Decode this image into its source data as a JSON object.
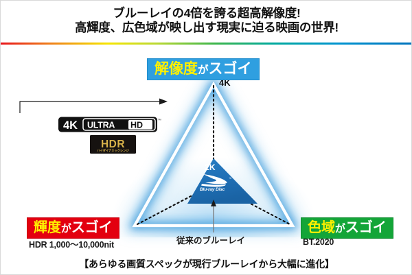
{
  "header": {
    "line1": "ブルーレイの4倍を誇る超高解像度!",
    "line2": "高輝度、広色域が映し出す現実に迫る映画の世界!"
  },
  "divider": {
    "name": "rainbow-gradient-rule",
    "colors": [
      "#e8131a",
      "#ef7f1a",
      "#f6e500",
      "#b9d832",
      "#3bb54a",
      "#00a99d",
      "#0093d0",
      "#0072bc"
    ]
  },
  "badges": {
    "resolution": {
      "highlight": "解像度",
      "particle": "が",
      "emphasis": "スゴイ",
      "color": "#2f9fe0",
      "position": "top"
    },
    "luminance": {
      "highlight": "輝度",
      "particle": "が",
      "emphasis": "スゴイ",
      "color": "#e3000f",
      "position": "bottom-left",
      "subcaption": "HDR 1,000～10,000nit"
    },
    "gamut": {
      "highlight": "色域",
      "particle": "が",
      "emphasis": "スゴイ",
      "color": "#13a538",
      "position": "bottom-right",
      "subcaption": "BT.2020"
    }
  },
  "diagram": {
    "apex_label": "4K",
    "inner_label": "2K",
    "legacy_caption": "従来のブルーレイ",
    "outer_triangle_color": "#ffffff",
    "outer_glow_color": "#4fa9e0",
    "inner_triangle_color": "#1f6fb5",
    "dotted_line_color": "#101010"
  },
  "logos": {
    "ultrahd": {
      "badge_4k": "4K",
      "word_ultra": "ULTRA",
      "word_hd": "HD",
      "trademark": "™",
      "background": "#111111"
    },
    "hdr": {
      "title": "HDR",
      "subtitle": "ハイダイナミックレンジ",
      "background": "#161210",
      "title_color": "#d8b24a"
    },
    "bluray": {
      "wordmark": "Blu-ray Disc",
      "trademark": "™",
      "color": "#ffffff"
    }
  },
  "footer": {
    "text": "【あらゆる画質スペックが現行ブルーレイから大幅に進化】"
  }
}
